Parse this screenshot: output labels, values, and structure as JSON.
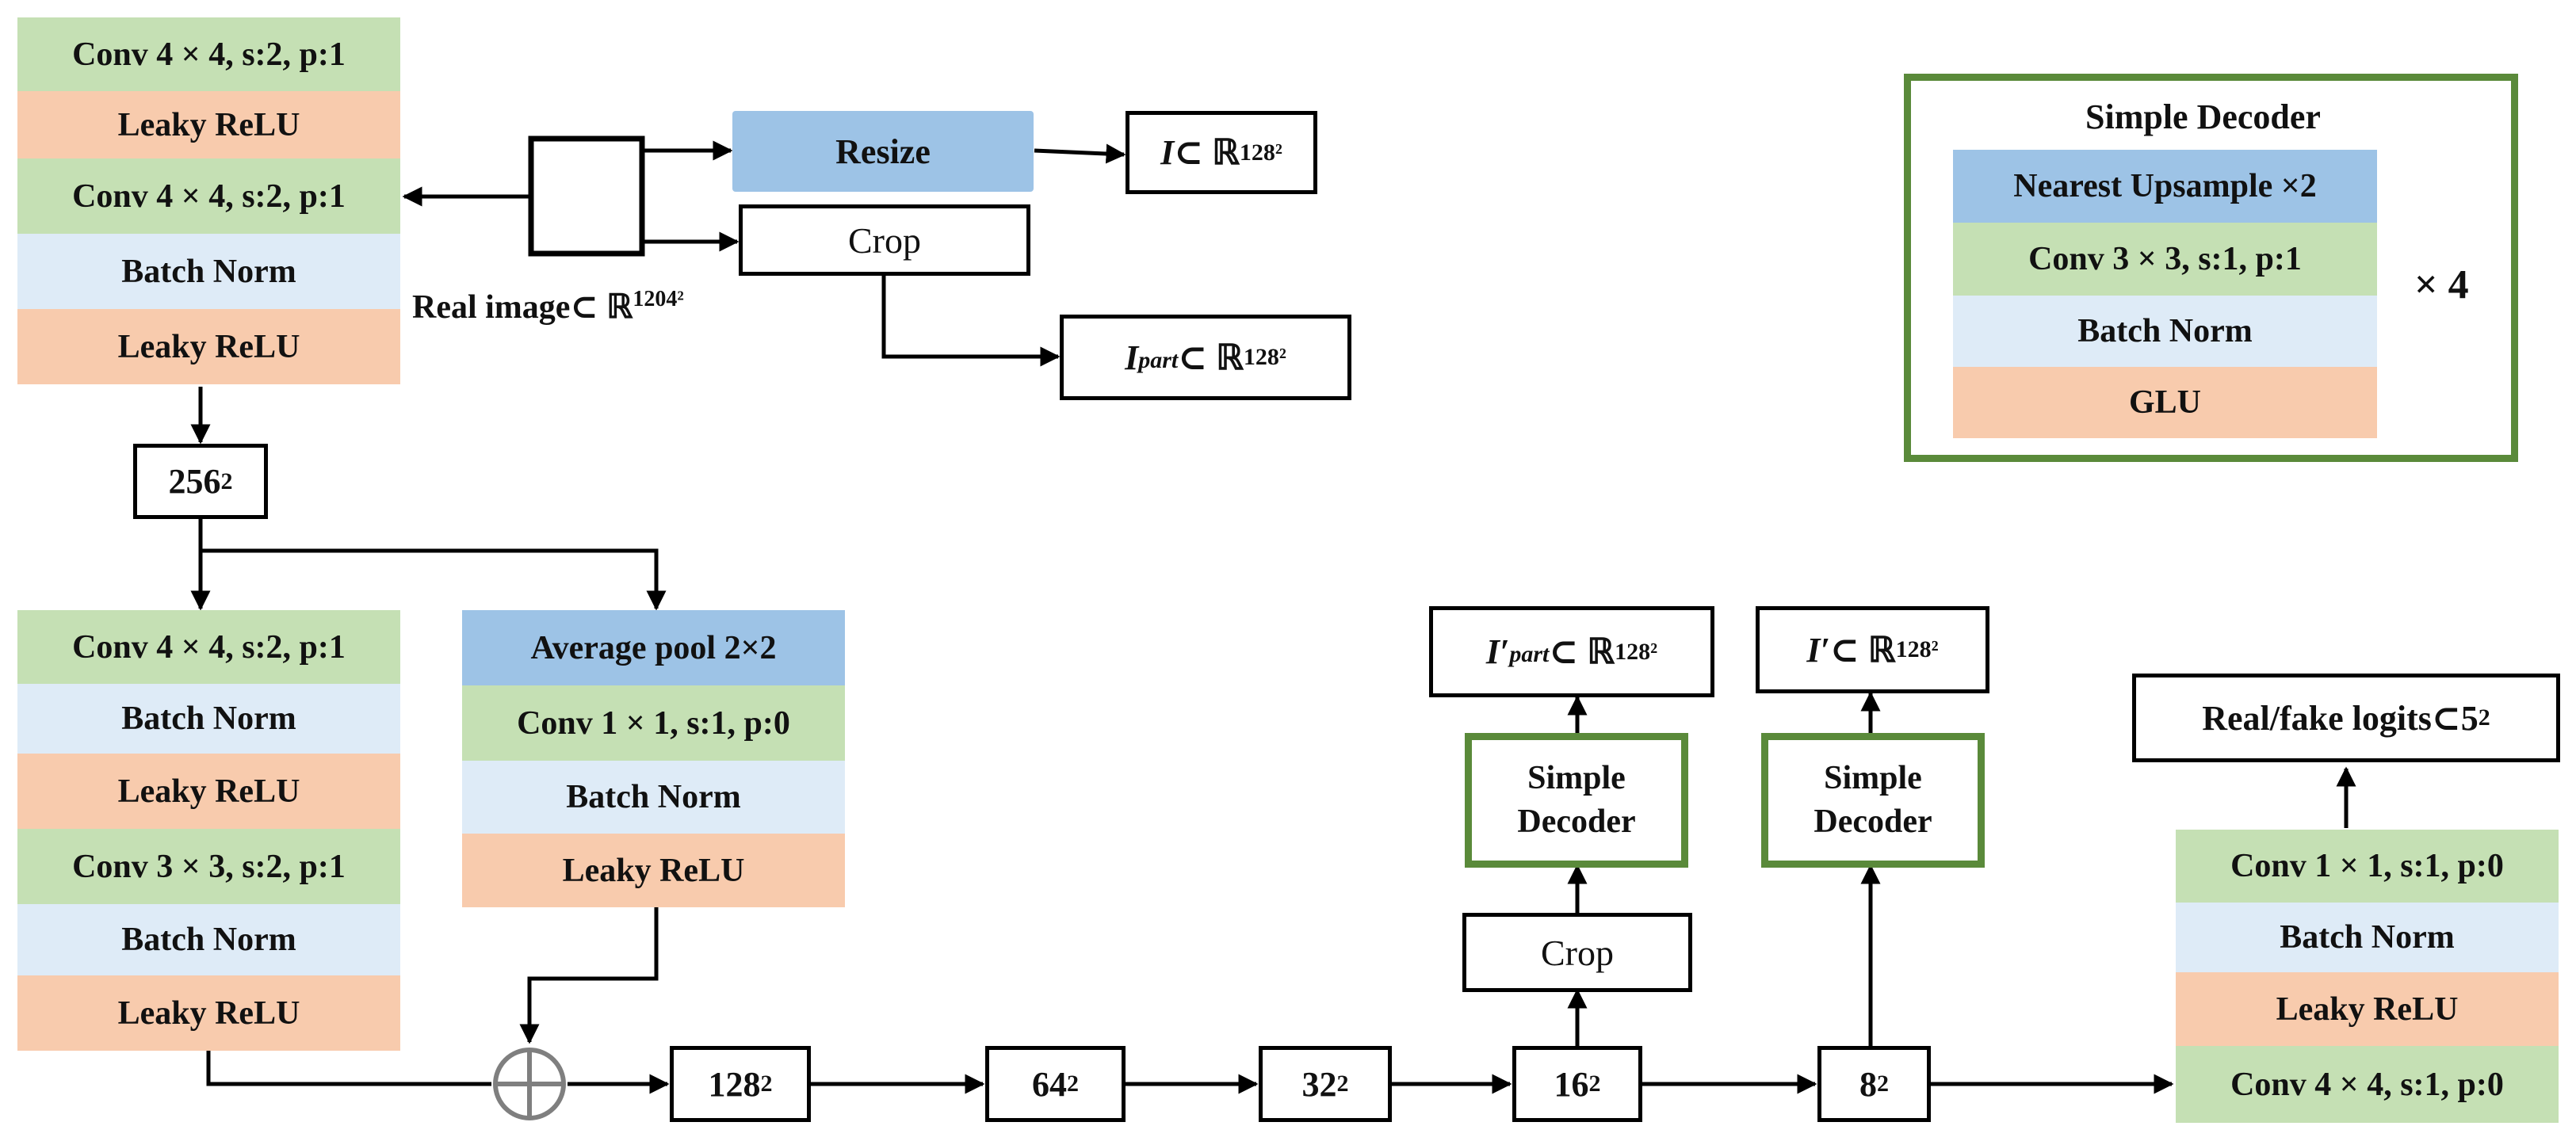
{
  "top_left_stack": [
    "Conv 4 × 4, s:2, p:1",
    "Leaky ReLU",
    "Conv 4 × 4, s:2, p:1",
    "Batch Norm",
    "Leaky ReLU"
  ],
  "input": {
    "label": "Real image⊂ ℝ",
    "exp": "1204²"
  },
  "resize_label": "Resize",
  "crop_label": "Crop",
  "out_I": {
    "base": "I",
    "rel": " ⊂ ℝ",
    "exp": "128²"
  },
  "out_Ipart": {
    "base": "I",
    "sub": "part",
    "rel": " ⊂ ℝ",
    "exp": "128²"
  },
  "size_256": {
    "base": "256",
    "exp": "2"
  },
  "mid_left_stack": [
    "Conv 4 × 4, s:2, p:1",
    "Batch Norm",
    "Leaky ReLU",
    "Conv 3 × 3, s:2, p:1",
    "Batch Norm",
    "Leaky ReLU"
  ],
  "skip_stack": [
    "Average pool 2×2",
    "Conv 1 × 1, s:1, p:0",
    "Batch Norm",
    "Leaky ReLU"
  ],
  "sizes": [
    {
      "base": "128",
      "exp": "2"
    },
    {
      "base": "64",
      "exp": "2"
    },
    {
      "base": "32",
      "exp": "2"
    },
    {
      "base": "16",
      "exp": "2"
    },
    {
      "base": "8",
      "exp": "2"
    }
  ],
  "crop2_label": "Crop",
  "simple_decoder_label_1": "Simple",
  "simple_decoder_label_2": "Decoder",
  "out_Ipart_prime": {
    "base": "I′",
    "sub": "part",
    "rel": " ⊂ ℝ",
    "exp": "128²"
  },
  "out_I_prime": {
    "base": "I′",
    "rel": " ⊂ ℝ",
    "exp": "128²"
  },
  "logits": {
    "label": "Real/fake logits⊂ ",
    "base": "5",
    "exp": "2"
  },
  "right_stack": [
    "Conv 1 × 1, s:1, p:0",
    "Batch Norm",
    "Leaky ReLU",
    "Conv 4 × 4, s:1, p:0"
  ],
  "legend": {
    "title": "Simple Decoder",
    "stack": [
      "Nearest Upsample ×2",
      "Conv 3 × 3, s:1, p:1",
      "Batch Norm",
      "GLU"
    ],
    "repeat": "× 4"
  },
  "colors": {
    "conv": "#c5e0b4",
    "relu": "#f8cbad",
    "norm": "#deebf7",
    "pool": "#9dc3e6",
    "decoder_border": "#5a8a3a"
  }
}
